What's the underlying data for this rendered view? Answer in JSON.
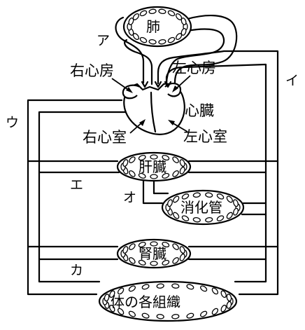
{
  "organs": {
    "lung": "肺",
    "liver": "肝臓",
    "digestive": "消化管",
    "kidney": "腎臓",
    "tissues": "体の各組織"
  },
  "heart": {
    "right_atrium": "右心房",
    "left_atrium": "左心房",
    "heart": "心臓",
    "right_ventricle": "右心室",
    "left_ventricle": "左心室"
  },
  "vessel_labels": {
    "a": "ア",
    "i": "イ",
    "u": "ウ",
    "e": "エ",
    "o": "オ",
    "ka": "カ"
  }
}
